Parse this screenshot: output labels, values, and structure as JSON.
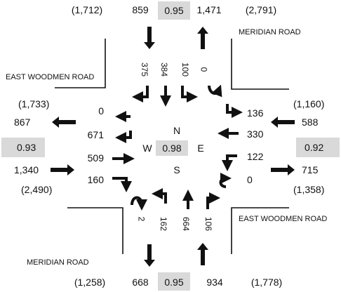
{
  "colors": {
    "shade": "#d9d9d9",
    "ink": "#111111"
  },
  "roads": {
    "meridian_top": "MERIDIAN ROAD",
    "east_woodmen_left": "EAST WOODMEN ROAD",
    "east_woodmen_right": "EAST WOODMEN ROAD",
    "meridian_bottom": "MERIDIAN ROAD"
  },
  "compass": {
    "n": "N",
    "s": "S",
    "e": "E",
    "w": "W",
    "center_value": "0.98"
  },
  "north": {
    "total_left": "(1,712)",
    "out_volume": "859",
    "phf": "0.95",
    "in_volume": "1,471",
    "total_right": "(2,791)",
    "movements": [
      "375",
      "384",
      "100",
      "0"
    ]
  },
  "south": {
    "total_left": "(1,258)",
    "out_volume": "668",
    "phf": "0.95",
    "in_volume": "934",
    "total_right": "(1,778)",
    "movements": [
      "2",
      "162",
      "664",
      "106"
    ]
  },
  "west": {
    "total_top": "(1,733)",
    "out_volume": "867",
    "phf": "0.93",
    "in_volume": "1,340",
    "total_bottom": "(2,490)",
    "movements": [
      "0",
      "671",
      "509",
      "160"
    ]
  },
  "east": {
    "total_top": "(1,160)",
    "in_volume": "588",
    "phf": "0.92",
    "out_volume": "715",
    "total_bottom": "(1,358)",
    "movements": [
      "136",
      "330",
      "122",
      "0"
    ]
  }
}
